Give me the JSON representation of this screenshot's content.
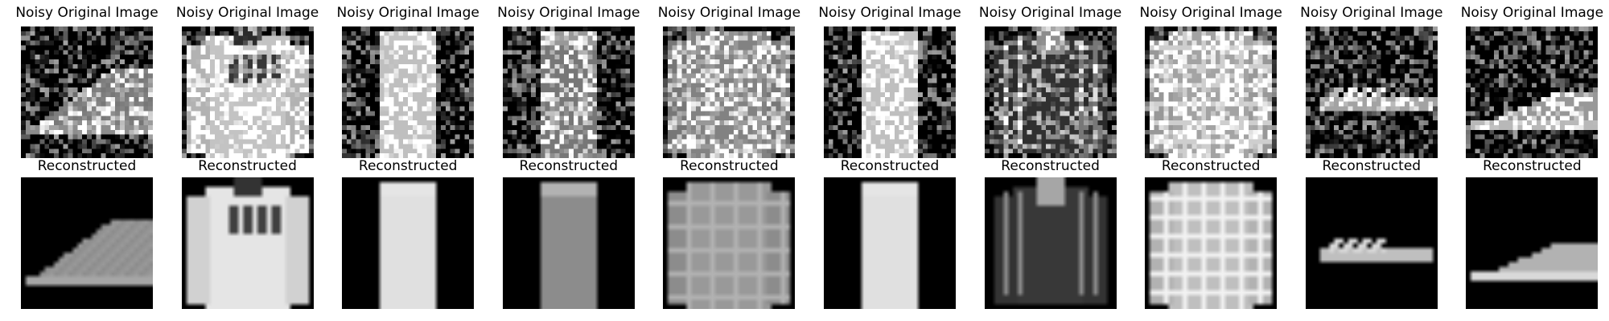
{
  "rows": [
    {
      "title": "Noisy Original Image"
    },
    {
      "title": "Reconstructed"
    }
  ],
  "items": [
    {
      "clean": "sneaker",
      "noisy": "sneaker"
    },
    {
      "clean": "sweater",
      "noisy": "sweater"
    },
    {
      "clean": "trousers",
      "noisy": "trousers"
    },
    {
      "clean": "trousers-blur",
      "noisy": "trousers-blur"
    },
    {
      "clean": "shirt-check-light",
      "noisy": "shirt-check-light"
    },
    {
      "clean": "trousers",
      "noisy": "trousers"
    },
    {
      "clean": "jacket-dark",
      "noisy": "jacket-dark"
    },
    {
      "clean": "shirt-check",
      "noisy": "shirt-check"
    },
    {
      "clean": "sandal",
      "noisy": "sandal"
    },
    {
      "clean": "sneaker-low",
      "noisy": "sneaker-low"
    }
  ]
}
